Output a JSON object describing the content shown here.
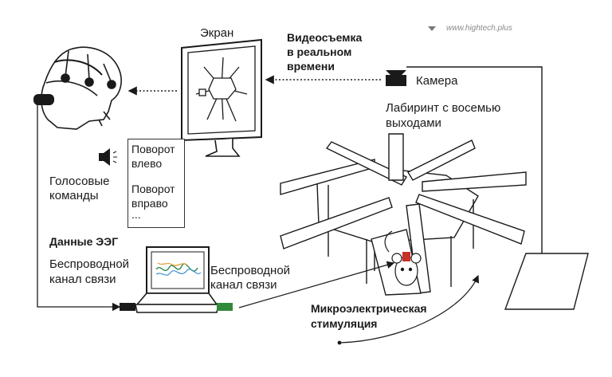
{
  "watermark": "www.hightech.plus",
  "labels": {
    "screen": "Экран",
    "video_line1": "Видеосъемка",
    "video_line2": "в реальном",
    "video_line3": "времени",
    "camera": "Камера",
    "maze_line1": "Лабиринт с восемью",
    "maze_line2": "выходами",
    "voice_line1": "Голосовые",
    "voice_line2": "команды",
    "eeg": "Данные ЭЭГ",
    "wireless_left_line1": "Беспроводной",
    "wireless_left_line2": "канал связи",
    "wireless_right_line1": "Беспроводной",
    "wireless_right_line2": "канал связи",
    "stim_line1": "Микроэлектрическая",
    "stim_line2": "стимуляция"
  },
  "commands": {
    "left_line1": "Поворот",
    "left_line2": "влево",
    "right_line1": "Поворот",
    "right_line2": "вправо",
    "more": "..."
  },
  "colors": {
    "stroke": "#1a1a1a",
    "eeg_trace_green": "#2d8a4e",
    "eeg_trace_blue": "#3b8fd0",
    "eeg_trace_orange": "#e39a2d",
    "transmitter_green": "#2f8a3a",
    "electrode_red": "#c8302a"
  },
  "icons": [
    "person-helmet-icon",
    "monitor-icon",
    "camera-icon",
    "speaker-icon",
    "laptop-icon",
    "rat-icon",
    "maze-icon"
  ]
}
